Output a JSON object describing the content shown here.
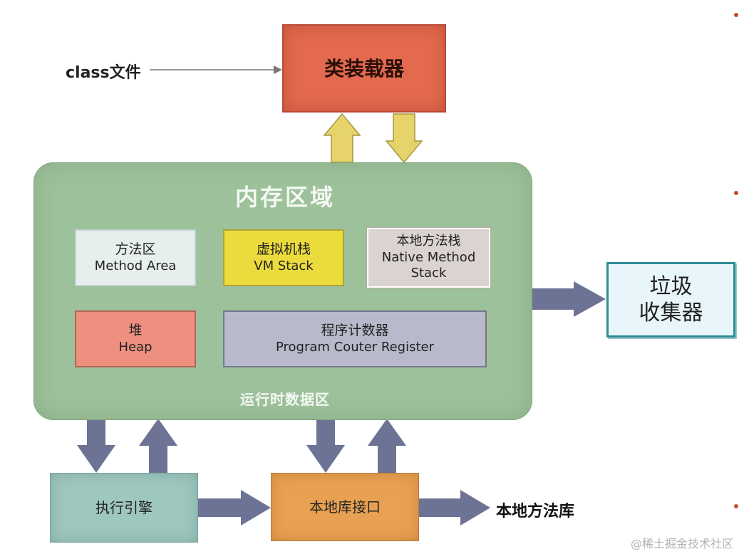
{
  "diagram": {
    "class_file_label": "class文件",
    "class_loader": "类装载器",
    "memory_area": {
      "title": "内存区域",
      "caption": "运行时数据区",
      "method_area": {
        "cn": "方法区",
        "en": "Method Area"
      },
      "vm_stack": {
        "cn": "虚拟机栈",
        "en": "VM Stack"
      },
      "native_method_stack": {
        "cn": "本地方法栈",
        "en_line1": "Native Method",
        "en_line2": "Stack"
      },
      "heap": {
        "cn": "堆",
        "en": "Heap"
      },
      "program_counter": {
        "cn": "程序计数器",
        "en": "Program Couter Register"
      }
    },
    "garbage_collector": {
      "line1": "垃圾",
      "line2": "收集器"
    },
    "execution_engine": "执行引擎",
    "native_interface": "本地库接口",
    "native_method_library": "本地方法库",
    "colors": {
      "memory_area": "#9dc19a",
      "class_loader": "#e36a4f",
      "arrow_yellow": "#e6d36a",
      "arrow_gray": "#6d7394",
      "garbage_collector_border": "#2e8d96",
      "execution_engine": "#9ec7bf",
      "native_interface": "#e8a152",
      "accent_dot": "#c94a28"
    }
  },
  "watermark": "@稀土掘金技术社区"
}
